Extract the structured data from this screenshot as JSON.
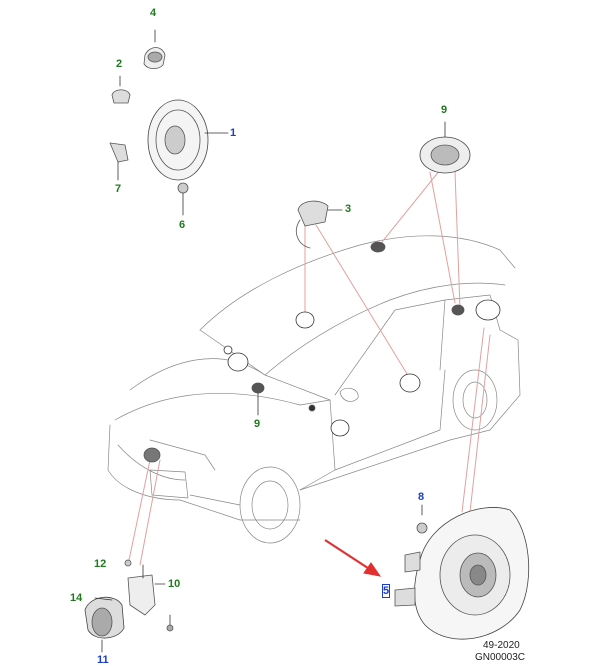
{
  "colors": {
    "green": "#1f7a1f",
    "blue": "#1a3ec8",
    "leader_red": "#e2a0a0",
    "arrow_red": "#e23030",
    "line": "#555555"
  },
  "callouts": {
    "c1": "1",
    "c2": "2",
    "c3": "3",
    "c4": "4",
    "c5": "5",
    "c6": "6",
    "c7": "7",
    "c8": "8",
    "c9a": "9",
    "c9b": "9",
    "c10": "10",
    "c11": "11",
    "c12": "12",
    "c14": "14"
  },
  "footer": {
    "ref": "49-2020",
    "code": "GN00003C"
  }
}
